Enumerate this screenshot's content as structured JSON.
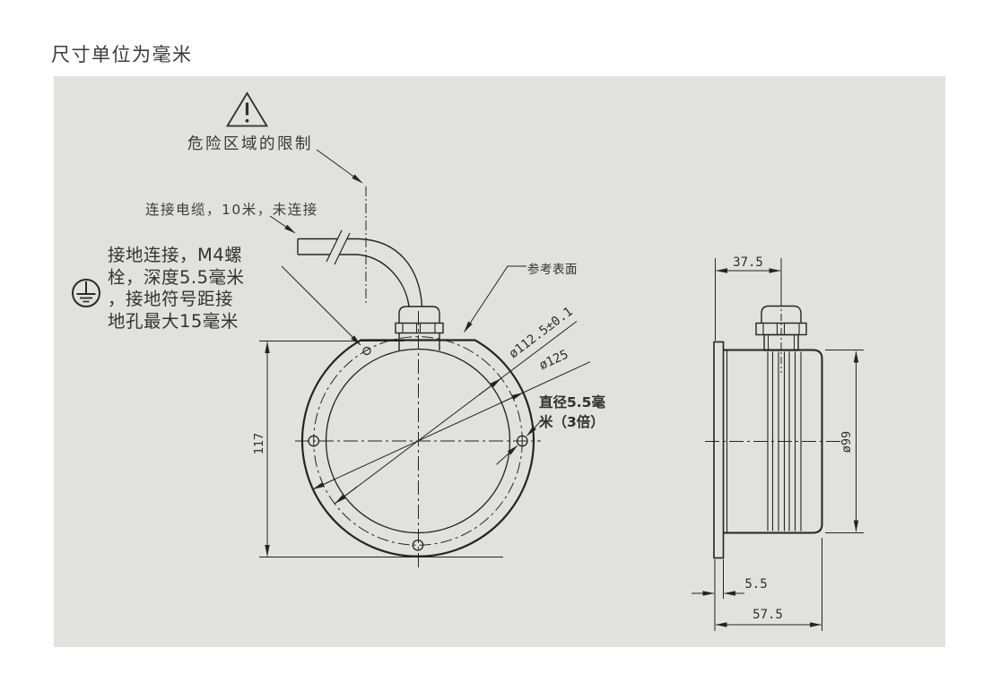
{
  "page": {
    "title": "尺寸单位为毫米"
  },
  "colors": {
    "background": "#ffffff",
    "panel": "#e1e1df",
    "line": "#242424",
    "text": "#3a3a3a"
  },
  "icons": {
    "warning": "triangle-exclamation-icon",
    "ground": "protective-earth-icon"
  },
  "labels": {
    "hazard": "危险区域的限制",
    "cable": "连接电缆，10米，未连接",
    "ground_lines": [
      "接地连接，M4螺",
      "栓，深度5.5毫米",
      "，接地符号距接",
      "地孔最大15毫米"
    ],
    "reference_surface": "参考表面",
    "hole_note_lines": [
      "直径5.5毫",
      "米（3倍）"
    ]
  },
  "dimensions": {
    "bolt_circle_diameter": "ø112.5±0.1",
    "outer_diameter": "ø125",
    "overall_height": "117",
    "gland_center_offset": "37.5",
    "body_diameter": "ø99",
    "flange_thickness": "5.5",
    "overall_depth": "57.5"
  }
}
